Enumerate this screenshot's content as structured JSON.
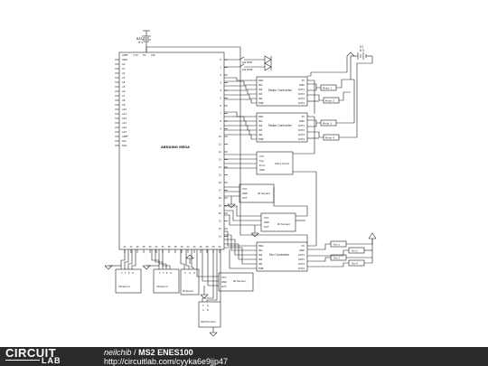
{
  "schematic": {
    "battery": {
      "name": "BAT1",
      "value": "9 V"
    },
    "battery2": {
      "name": "V1",
      "value": "6 V"
    },
    "mcu": {
      "title": "ARDUINO MEGA",
      "top_pins": [
        "AREF",
        "3.3V",
        "5V",
        "VIN"
      ],
      "left_pins": [
        "GND",
        "A0",
        "A1",
        "A2",
        "A3",
        "A4",
        "A5",
        "A6",
        "A7",
        "A8",
        "A9",
        "A10",
        "A11",
        "A12",
        "A13",
        "A14",
        "A15",
        "AREF",
        "SCL",
        "SDA"
      ],
      "right_pins": [
        "0",
        "1",
        "2",
        "3",
        "4",
        "5",
        "6",
        "7",
        "8",
        "9",
        "10",
        "11",
        "12",
        "13",
        "14",
        "15",
        "16",
        "17",
        "18",
        "19",
        "20",
        "21",
        "22",
        "23"
      ],
      "bottom_pins": [
        "22",
        "24",
        "26",
        "28",
        "30",
        "32",
        "34",
        "36",
        "38",
        "40",
        "42",
        "44",
        "46",
        "48",
        "50",
        "52"
      ]
    },
    "leds": [
      "LIN MIRT",
      "LIN MIRE"
    ],
    "motor_controller_1": {
      "title": "Motor Controller",
      "left_pins": [
        "ENA",
        "IN1",
        "IN2",
        "IN3",
        "IN4",
        "ENB"
      ],
      "right_pins": [
        "5V",
        "GND",
        "OUT1",
        "OUT2",
        "OUT3",
        "OUT4"
      ],
      "motors": [
        "Motor 1",
        "Motor 2"
      ]
    },
    "motor_controller_2": {
      "title": "Motor Controller",
      "left_pins": [
        "ENA",
        "IN1",
        "IN2",
        "IN3",
        "IN4",
        "ENB"
      ],
      "right_pins": [
        "5V",
        "GND",
        "OUT1",
        "OUT2",
        "OUT3",
        "OUT4"
      ],
      "motors": [
        "Motor 3",
        "Motor 4"
      ]
    },
    "ultrasonic_1": {
      "title": "Ultra Sonic",
      "pins": [
        "VCC",
        "Trig",
        "Echo",
        "GND"
      ]
    },
    "ir_sensor_1": {
      "title": "IR Sensor",
      "pins": [
        "VCC",
        "GND",
        "OUT"
      ]
    },
    "ir_sensor_2": {
      "title": "IR Sensor",
      "pins": [
        "VCC",
        "GND",
        "OUT"
      ]
    },
    "ir_sensor_3": {
      "title": "IR Sensor",
      "pins": [
        "VCC",
        "GND",
        "OUT"
      ]
    },
    "fan_controller": {
      "title": "Fan Controller",
      "left_pins": [
        "ENA",
        "IN1",
        "IN2",
        "IN3",
        "IN4",
        "ENB"
      ],
      "right_pins": [
        "5V",
        "GND",
        "OUT1",
        "OUT2",
        "OUT3",
        "OUT4"
      ],
      "fans": [
        "Fan 1",
        "Fan 2",
        "Fan 3",
        "Fan 4"
      ]
    },
    "bottom_ultrasonic_1": {
      "title": "Ultrasonic",
      "pins": [
        "V",
        "T",
        "E",
        "G"
      ]
    },
    "bottom_ultrasonic_2": {
      "title": "Ultrasonic",
      "pins": [
        "V",
        "T",
        "E",
        "G"
      ]
    },
    "bottom_ir_sensor": {
      "title": "IR Sensor",
      "pins": [
        "V",
        "G",
        "O"
      ]
    },
    "wall_encoder": {
      "title": "Wall Encoder",
      "pins": [
        "V",
        "G",
        "A",
        "B"
      ]
    }
  },
  "footer": {
    "logo_top": "CIRCUIT",
    "logo_bottom": "LAB",
    "author": "neilchib",
    "separator": "/",
    "project": "MS2 ENES100",
    "url": "http://circuitlab.com/cyyka6e9jjp47"
  },
  "colors": {
    "footer_bg": "#2b2b2b",
    "wire": "#222222",
    "background": "#ffffff"
  }
}
